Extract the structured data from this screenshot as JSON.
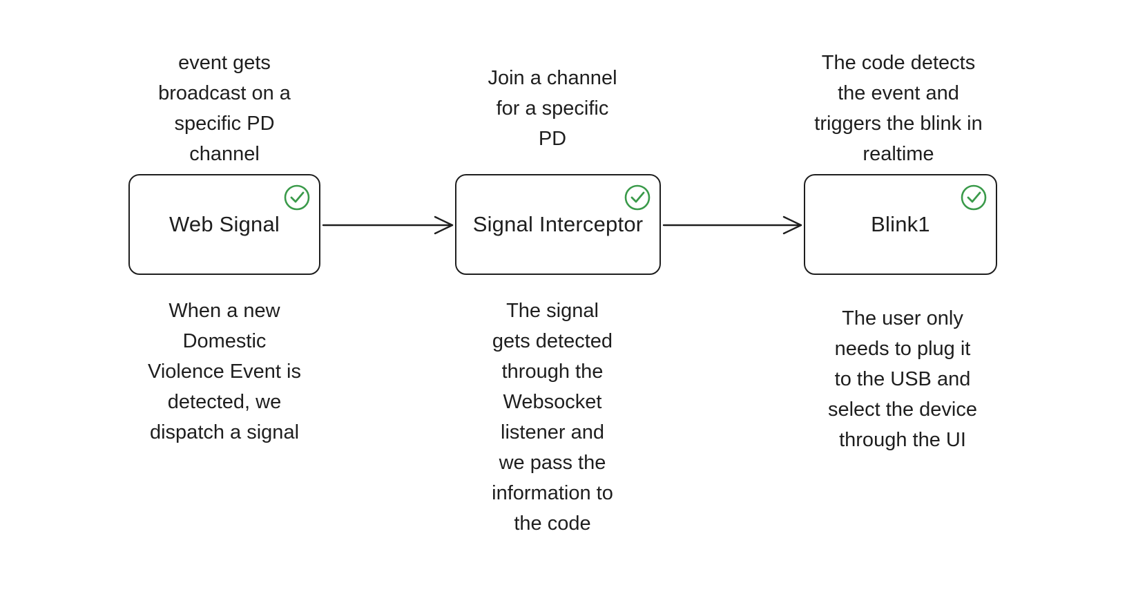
{
  "nodes": [
    {
      "id": "web",
      "label": "Web Signal",
      "status_icon": "check-circle-icon"
    },
    {
      "id": "interceptor",
      "label": "Signal Interceptor",
      "status_icon": "check-circle-icon"
    },
    {
      "id": "blink",
      "label": "Blink1",
      "status_icon": "check-circle-icon"
    }
  ],
  "notes": {
    "web_top": "event gets\nbroadcast on a\nspecific PD\nchannel",
    "interceptor_top": "Join a channel\nfor a specific\nPD",
    "blink_top": "The code detects\nthe event and\ntriggers the blink in\nrealtime",
    "web_bottom": "When a new\nDomestic\nViolence Event is\ndetected, we\ndispatch a signal",
    "interceptor_bottom": "The signal\ngets detected\nthrough the\nWebsocket\nlistener and\nwe pass the\ninformation to\nthe code",
    "blink_bottom": "The user only\nneeds to plug it\nto the USB and\nselect the device\nthrough the UI"
  },
  "colors": {
    "stroke": "#1e1e1e",
    "check": "#3a9a4a",
    "background": "#ffffff"
  }
}
